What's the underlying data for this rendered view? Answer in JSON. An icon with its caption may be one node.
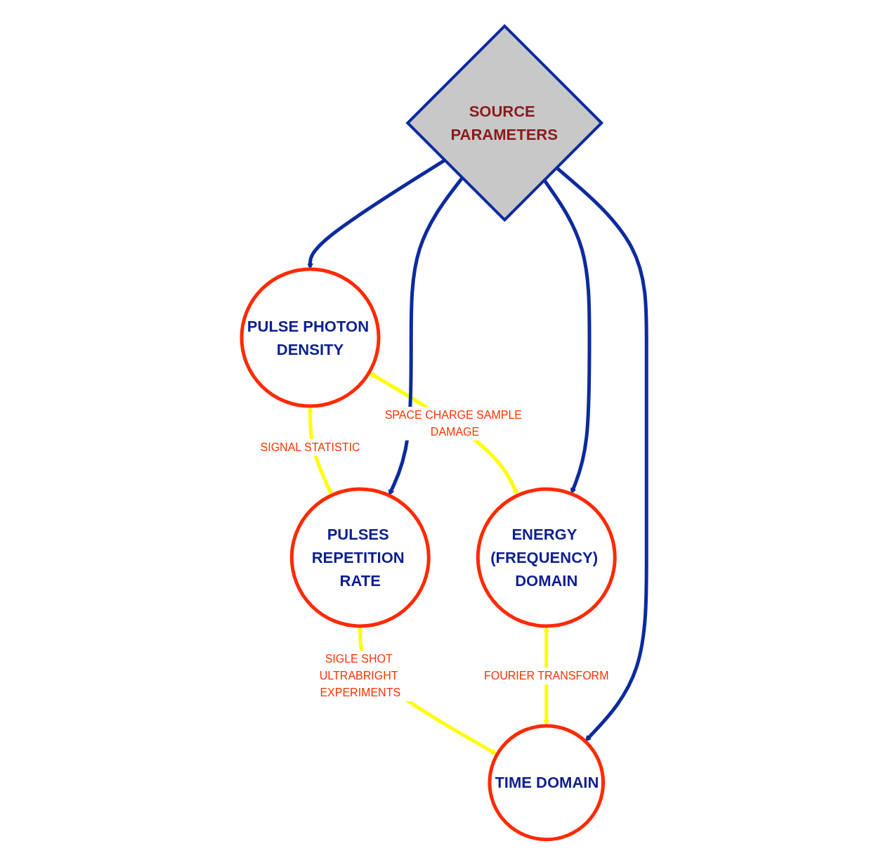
{
  "diagram": {
    "nodes": [
      {
        "text": [
          "PULSE PHOTON DENSITY"
        ]
      },
      {
        "text": [
          "PULSES REPETITION RATE"
        ]
      },
      {
        "text": [
          "SOURCE PARAMETERS"
        ]
      },
      {
        "text": [
          "ENERGY (FREQUENCY) DOMAIN"
        ]
      },
      {
        "text": [
          "TIME DOMAIN"
        ]
      }
    ],
    "edges": [
      {
        "from": 0,
        "to": 1,
        "arrow": "both",
        "label": "SIGNAL STATISTIC",
        "color": "#ffff00"
      },
      {
        "from": 0,
        "to": 3,
        "arrow": "both",
        "label": "SPACE CHARGE SAMPLE DAMAGE",
        "color": "#ffff00"
      },
      {
        "from": 1,
        "to": 4,
        "arrow": "both",
        "label": "SIGLE SHOT ULTRABRIGHT EXPERIMENTS",
        "color": "#ffff00"
      },
      {
        "from": 3,
        "to": 4,
        "arrow": "both",
        "label": "FOURIER TRANSFORM",
        "color": "#ffff00"
      },
      {
        "from": 2,
        "to": 0,
        "arrow": "to",
        "color": "#0d2a9e"
      },
      {
        "from": 2,
        "to": 1,
        "arrow": "to",
        "color": "#0d2a9e"
      },
      {
        "from": 2,
        "to": 3,
        "arrow": "to",
        "color": "#0d2a9e"
      },
      {
        "from": 2,
        "to": 4,
        "arrow": "to",
        "color": "#0d2a9e"
      }
    ]
  }
}
